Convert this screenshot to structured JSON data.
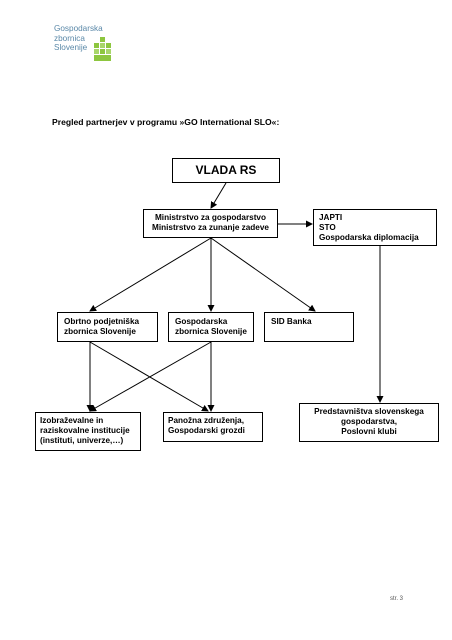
{
  "logo": {
    "line1": "Gospodarska",
    "line2": "zbornica",
    "line3": "Slovenije",
    "brand_color": "#5a88a8",
    "accent_color": "#8dc63f"
  },
  "intro": "Pregled partnerjev v programu »GO International SLO«:",
  "nodes": {
    "vlada": "VLADA RS",
    "ministries": [
      "Ministrstvo za gospodarstvo",
      "Ministrstvo za zunanje zadeve"
    ],
    "japti": [
      "JAPTI",
      "STO",
      "Gospodarska diplomacija"
    ],
    "ozs": [
      "Obrtno podjetniška",
      "zbornica Slovenije"
    ],
    "gzs": [
      "Gospodarska",
      "zbornica Slovenije"
    ],
    "sid": [
      "SID Banka"
    ],
    "izob": [
      "Izobraževalne in",
      "raziskovalne institucije",
      "(instituti, univerze,…)"
    ],
    "panoga": [
      "Panožna združenja,",
      "Gospodarski grozdi"
    ],
    "pred": [
      "Predstavništva slovenskega",
      "gospodarstva,",
      "Poslovni klubi"
    ]
  },
  "page_number": "str. 3"
}
